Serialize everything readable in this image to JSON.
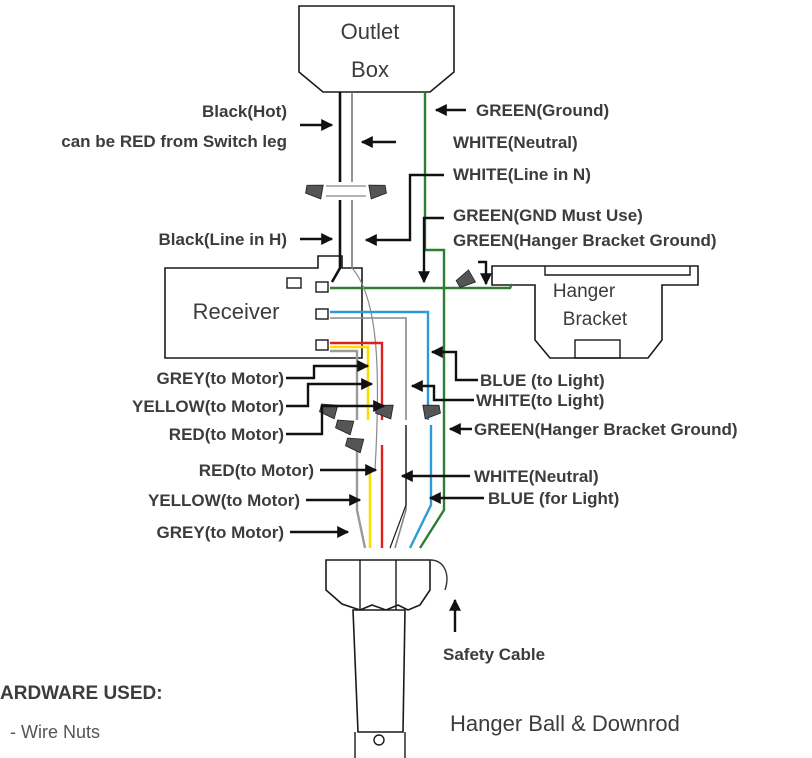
{
  "components": {
    "outlet_box": [
      "Outlet",
      "Box"
    ],
    "receiver": "Receiver",
    "hanger_bracket": [
      "Hanger",
      "Bracket"
    ],
    "hanger_ball": "Hanger Ball & Downrod"
  },
  "labels": {
    "black_hot": "Black(Hot)",
    "switch_leg": "can be RED from Switch leg",
    "green_ground": "GREEN(Ground)",
    "white_neutral_top": "WHITE(Neutral)",
    "white_line_in_n": "WHITE(Line in N)",
    "green_gnd_must_use": "GREEN(GND Must Use)",
    "green_hanger_bracket_ground_top": "GREEN(Hanger Bracket Ground)",
    "black_line_in_h": "Black(Line in H)",
    "grey_to_motor_1": "GREY(to Motor)",
    "yellow_to_motor_1": "YELLOW(to Motor)",
    "red_to_motor_1": "RED(to Motor)",
    "blue_to_light": "BLUE (to Light)",
    "white_to_light": "WHITE(to Light)",
    "green_hanger_bracket_ground_mid": "GREEN(Hanger Bracket Ground)",
    "red_to_motor_2": "RED(to Motor)",
    "yellow_to_motor_2": "YELLOW(to Motor)",
    "grey_to_motor_2": "GREY(to Motor)",
    "white_neutral_bottom": "WHITE(Neutral)",
    "blue_for_light": "BLUE (for Light)",
    "safety_cable": "Safety Cable"
  },
  "hardware": {
    "title": "ARDWARE USED:",
    "items": [
      "- Wire Nuts"
    ]
  },
  "colors": {
    "green": "#2e7d32",
    "blue": "#2f9bd6",
    "red": "#e02020",
    "yellow": "#f5e000",
    "grey": "#9a9a9a",
    "black": "#111111"
  }
}
